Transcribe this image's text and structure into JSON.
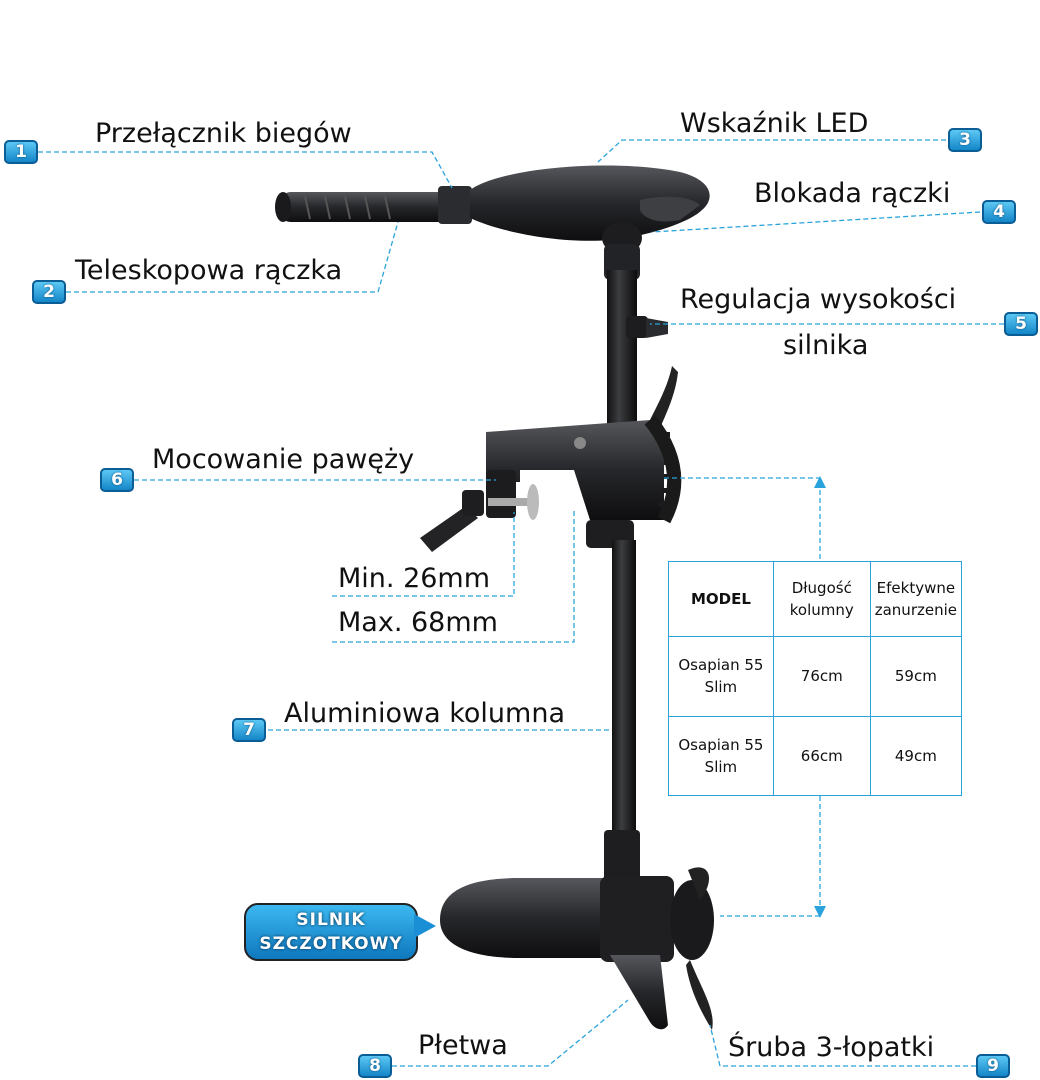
{
  "callouts": [
    {
      "num": "1",
      "text": "Przełącznik biegów"
    },
    {
      "num": "2",
      "text": "Teleskopowa rączka"
    },
    {
      "num": "3",
      "text": "Wskaźnik LED"
    },
    {
      "num": "4",
      "text": "Blokada rączki"
    },
    {
      "num": "5",
      "text": "Regulacja wysokości",
      "text2": "silnika"
    },
    {
      "num": "6",
      "text": "Mocowanie pawęży"
    },
    {
      "num": "7",
      "text": "Aluminiowa kolumna"
    },
    {
      "num": "8",
      "text": "Płetwa"
    },
    {
      "num": "9",
      "text": "Śruba 3-łopatki"
    }
  ],
  "clamp_range": {
    "min": "Min. 26mm",
    "max": "Max. 68mm"
  },
  "motor_badge": {
    "line1": "SILNIK",
    "line2": "SZCZOTKOWY"
  },
  "spec_table": {
    "headers": [
      "MODEL",
      "Długość kolumny",
      "Efektywne zanurzenie"
    ],
    "rows": [
      [
        "Osapian 55 Slim",
        "76cm",
        "59cm"
      ],
      [
        "Osapian 55 Slim",
        "66cm",
        "49cm"
      ]
    ]
  },
  "colors": {
    "accent": "#1a8fd6",
    "leader": "#2aa3dc",
    "motor": "#1c1c1e"
  }
}
